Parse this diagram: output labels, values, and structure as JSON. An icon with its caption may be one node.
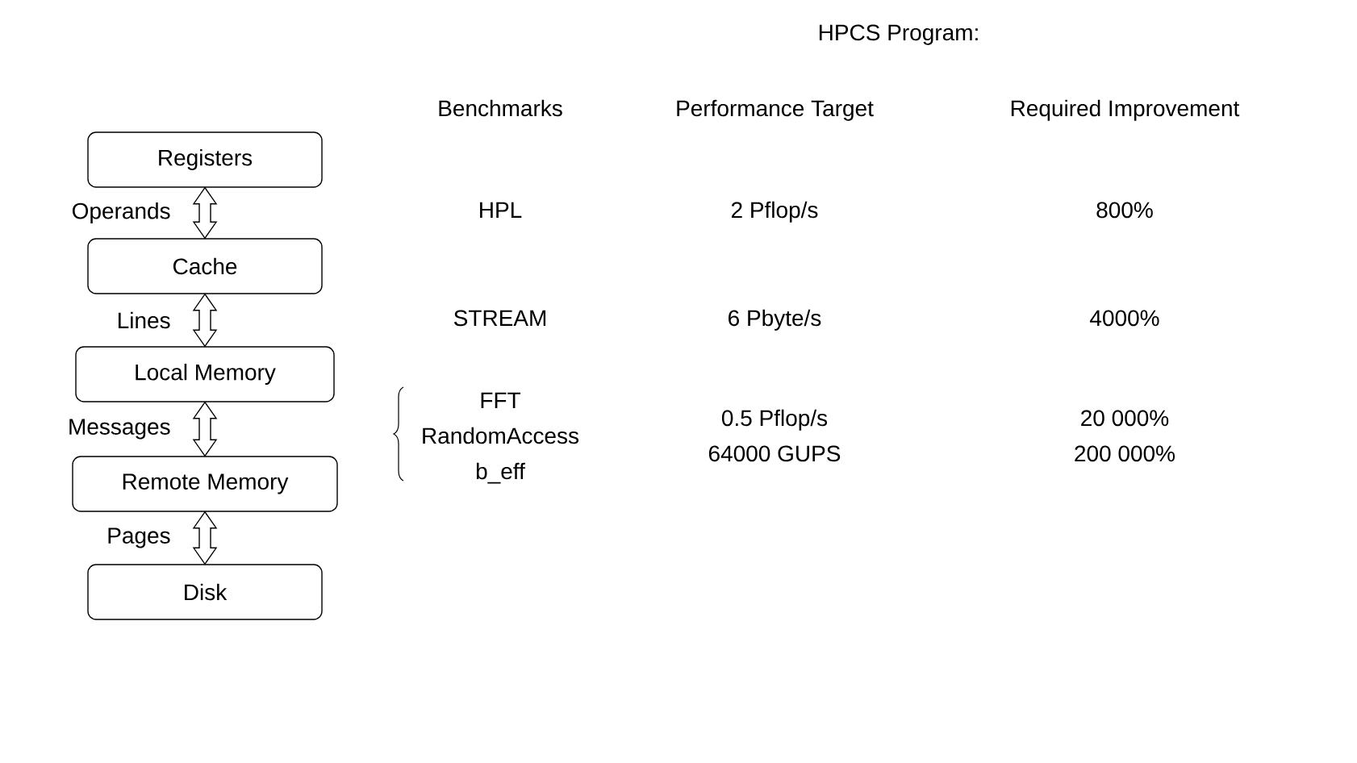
{
  "diagram": {
    "nodes": [
      {
        "text": [
          "Registers"
        ]
      },
      {
        "text": [
          "Cache"
        ]
      },
      {
        "text": [
          "Local Memory"
        ]
      },
      {
        "text": [
          "Remote Memory"
        ]
      },
      {
        "text": [
          "Disk"
        ]
      }
    ],
    "edges": [
      {
        "from": 0,
        "to": 1,
        "arrow": "both",
        "label": "Operands"
      },
      {
        "from": 1,
        "to": 2,
        "arrow": "both",
        "label": "Lines"
      },
      {
        "from": 2,
        "to": 3,
        "arrow": "both",
        "label": "Messages"
      },
      {
        "from": 3,
        "to": 4,
        "arrow": "both",
        "label": "Pages"
      }
    ],
    "labels": [
      "HPCS Program:",
      "Benchmarks",
      "Performance Target",
      "Required Improvement",
      "HPL",
      "2 Pflop/s",
      "800%",
      "STREAM",
      "6 Pbyte/s",
      "4000%",
      "FFT",
      "RandomAccess",
      "b_eff",
      "0.5 Pflop/s",
      "64000 GUPS",
      "20 000%",
      "200 000%"
    ]
  }
}
